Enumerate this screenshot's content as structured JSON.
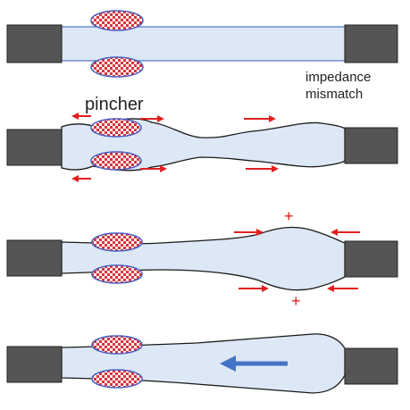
{
  "labels": {
    "impedance_line1": "impedance",
    "impedance_line2": "mismatch",
    "pincher": "pincher",
    "plus_top": "+",
    "plus_bottom": "+"
  },
  "colors": {
    "tube_fill": "#dde8f6",
    "tube_stroke": "#1a1a1a",
    "tube_edge_blue": "#4d72c9",
    "block_fill": "#555555",
    "pincher_red": "#d9343a",
    "pincher_outline": "#4a5fc1",
    "arrow_red": "#e02020",
    "arrow_blue": "#4472c4"
  },
  "icons": {
    "pincher": "checkered-ellipse",
    "block": "dark-rectangle",
    "force_arrow": "red-arrow",
    "reflection_arrow": "blue-arrow"
  }
}
